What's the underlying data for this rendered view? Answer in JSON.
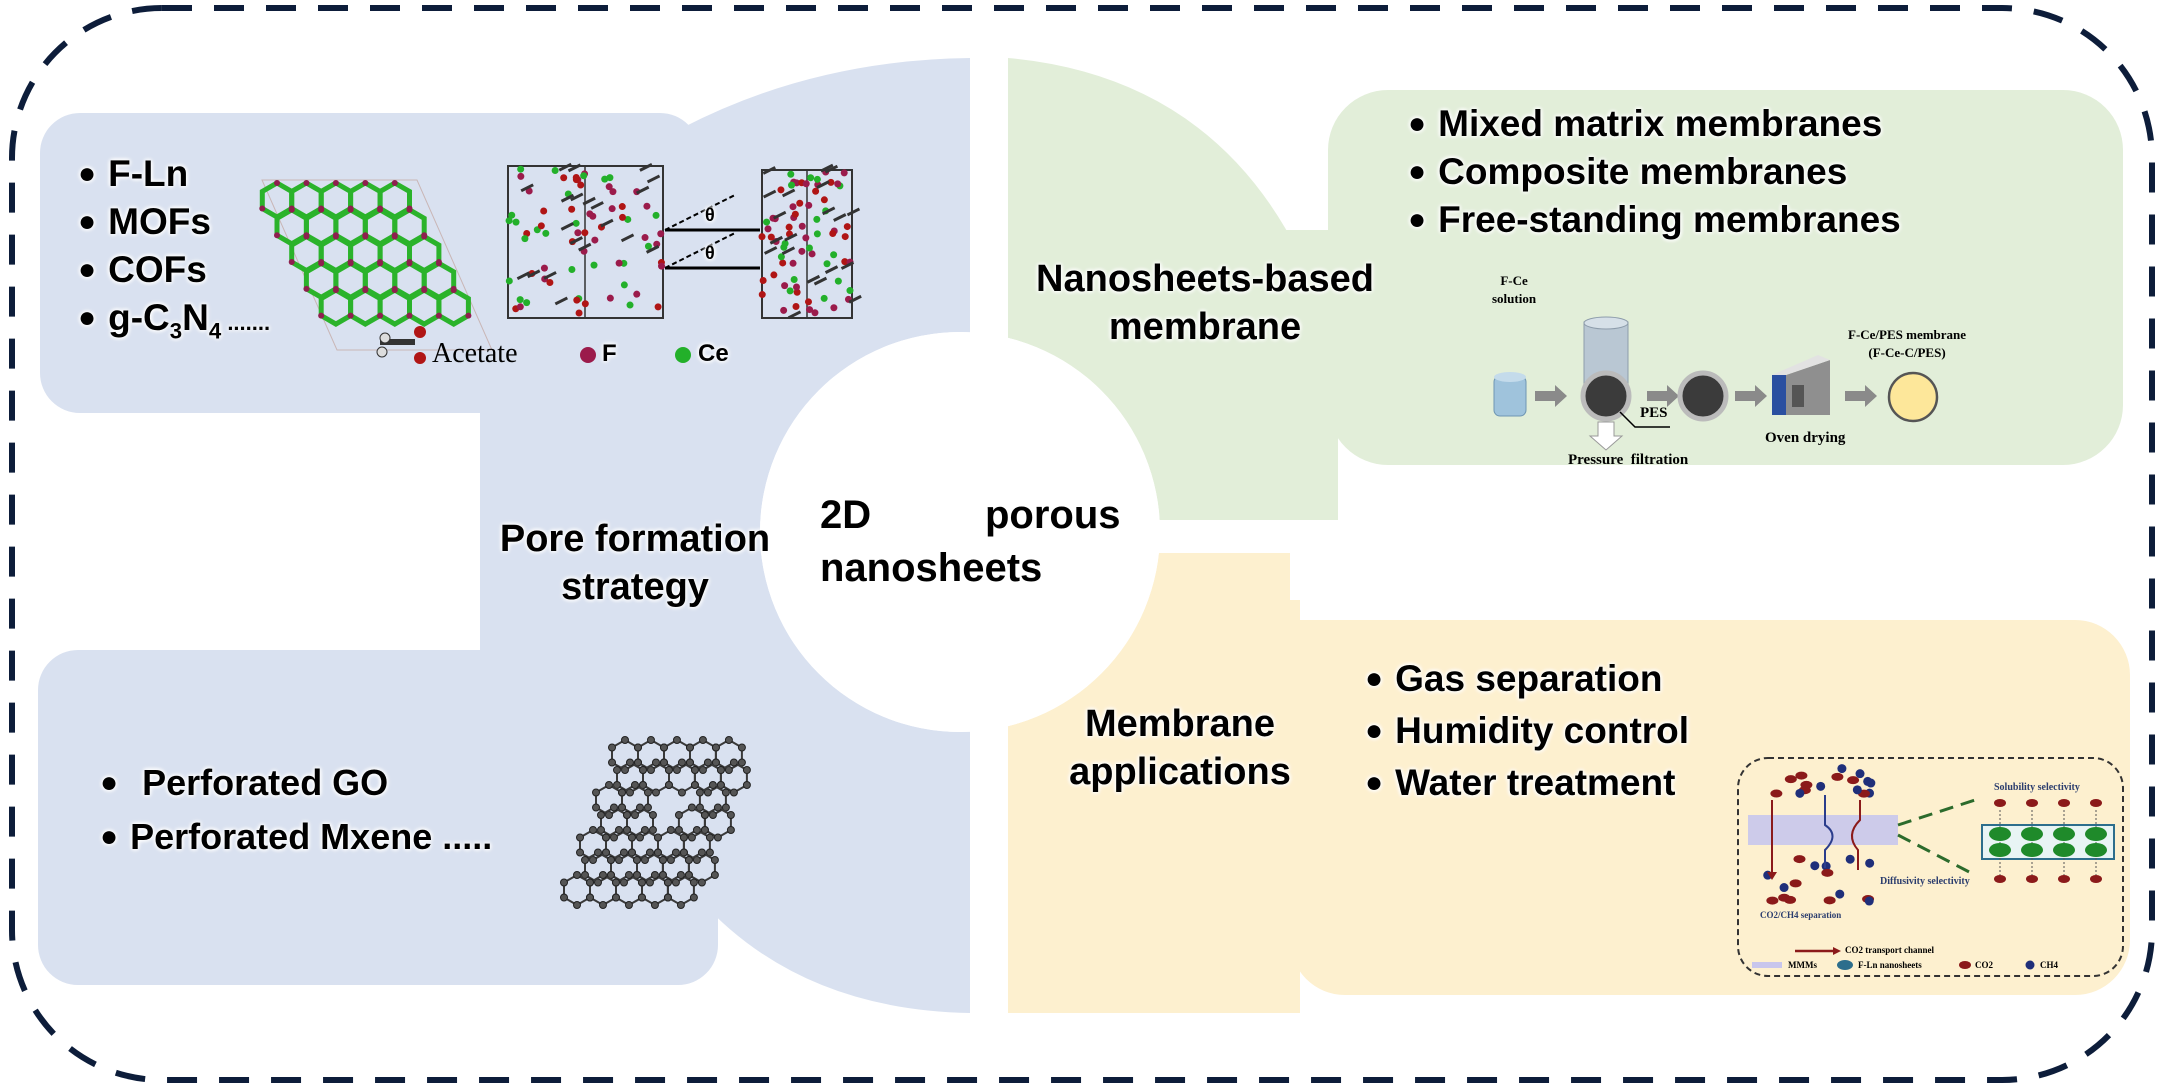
{
  "center": {
    "line1_left": "2D",
    "line1_right": "porous",
    "line2": "nanosheets"
  },
  "pore_formation": {
    "label_line1": "Pore formation",
    "label_line2": "strategy",
    "materials": [
      "F-Ln",
      "MOFs",
      "COFs",
      "g-C3N4 ......."
    ],
    "materials_display": {
      "gcn_prefix": "g-C",
      "gcn_sub1": "3",
      "gcn_mid": "N",
      "gcn_sub2": "4",
      "gcn_suffix": " ......."
    },
    "legend": {
      "acetate": "Acetate",
      "f": "F",
      "ce": "Ce",
      "theta": "θ"
    },
    "perforated": [
      "Perforated GO",
      "Perforated Mxene ....."
    ]
  },
  "membrane_types": {
    "label_line1": "Nanosheets-based",
    "label_line2": "membrane",
    "items": [
      "Mixed matrix membranes",
      "Composite membranes",
      "Free-standing membranes"
    ],
    "process": {
      "solution_line1": "F-Ce",
      "solution_line2": "solution",
      "pes": "PES",
      "pressure": "Pressure  filtration",
      "oven": "Oven drying",
      "product_line1": "F-Ce/PES membrane",
      "product_line2": "(F-Ce-C/PES)"
    }
  },
  "applications": {
    "label_line1": "Membrane",
    "label_line2": "applications",
    "items": [
      "Gas separation",
      "Humidity control",
      "Water treatment"
    ],
    "inset": {
      "solubility": "Solubility selectivity",
      "diffusivity": "Diffusivity selectivity",
      "separation": "CO2/CH4 separation",
      "channel": "CO2 transport channel",
      "legend_mmm": "MMMs",
      "legend_fln": "F-Ln nanosheets",
      "legend_co2": "CO2",
      "legend_ch4": "CH4",
      "ln": "Ln"
    }
  },
  "colors": {
    "blue_panel": "#d9e1f0",
    "green_panel": "#e2eed9",
    "yellow_panel": "#fdf0cf",
    "border": "#0d1d3a"
  }
}
